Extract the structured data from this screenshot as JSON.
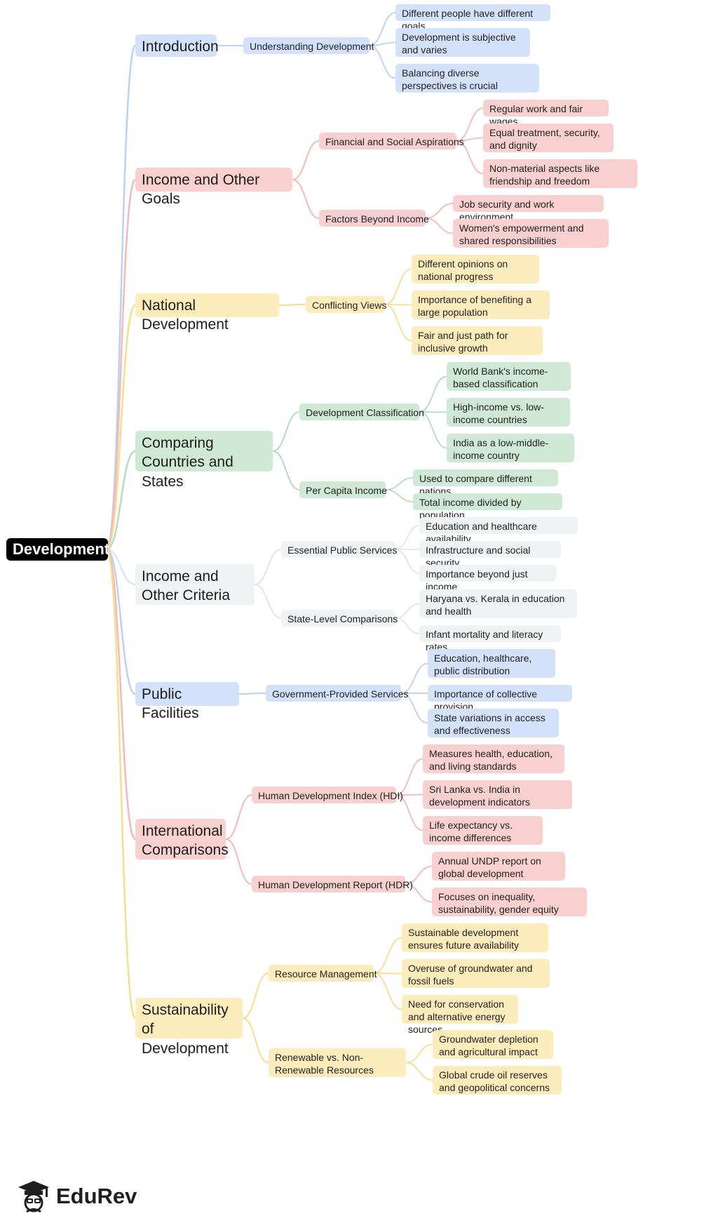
{
  "root": "Development",
  "colors": {
    "blue": {
      "fill": "#d4e1fa",
      "line": "#bcd0f4"
    },
    "red": {
      "fill": "#f8d0d0",
      "line": "#f3b9b6"
    },
    "yellow": {
      "fill": "#fdecbb",
      "line": "#f8dc8e"
    },
    "green": {
      "fill": "#cfe9d6",
      "line": "#b4dcbf"
    },
    "grey": {
      "fill": "#f1f2f3",
      "line": "#e2e4e6"
    }
  },
  "branches": [
    {
      "title": "Introduction",
      "color": "blue",
      "children": [
        {
          "title": "Understanding Development",
          "leaves": [
            "Different people have different goals",
            "Development is subjective and varies",
            "Balancing diverse perspectives is crucial"
          ]
        }
      ]
    },
    {
      "title": "Income and Other Goals",
      "color": "red",
      "children": [
        {
          "title": "Financial and Social Aspirations",
          "leaves": [
            "Regular work and fair wages",
            "Equal treatment, security, and dignity",
            "Non-material aspects like friendship and freedom"
          ]
        },
        {
          "title": "Factors Beyond Income",
          "leaves": [
            "Job security and work environment",
            "Women's empowerment and shared responsibilities"
          ]
        }
      ]
    },
    {
      "title": "National Development",
      "color": "yellow",
      "children": [
        {
          "title": "Conflicting Views",
          "leaves": [
            "Different opinions on national progress",
            "Importance of benefiting a large population",
            "Fair and just path for inclusive growth"
          ]
        }
      ]
    },
    {
      "title": "Comparing Countries and States",
      "color": "green",
      "children": [
        {
          "title": "Development Classification",
          "leaves": [
            "World Bank's income-based classification",
            "High-income vs. low-income countries",
            "India as a low-middle-income country"
          ]
        },
        {
          "title": "Per Capita Income",
          "leaves": [
            "Used to compare different nations",
            "Total income divided by population"
          ]
        }
      ]
    },
    {
      "title": "Income and Other Criteria",
      "color": "grey",
      "children": [
        {
          "title": "Essential Public Services",
          "leaves": [
            "Education and healthcare availability",
            "Infrastructure and social security",
            "Importance beyond just income"
          ]
        },
        {
          "title": "State-Level Comparisons",
          "leaves": [
            "Haryana vs. Kerala in education and health",
            "Infant mortality and literacy rates"
          ]
        }
      ]
    },
    {
      "title": "Public Facilities",
      "color": "blue",
      "children": [
        {
          "title": "Government-Provided Services",
          "leaves": [
            "Education, healthcare, public distribution",
            "Importance of collective provision",
            "State variations in access and effectiveness"
          ]
        }
      ]
    },
    {
      "title": "International Comparisons",
      "color": "red",
      "children": [
        {
          "title": "Human Development Index (HDI)",
          "leaves": [
            "Measures health, education, and living standards",
            "Sri Lanka vs. India in development indicators",
            "Life expectancy vs. income differences"
          ]
        },
        {
          "title": "Human Development Report (HDR)",
          "leaves": [
            "Annual UNDP report on global development",
            "Focuses on inequality, sustainability, gender equity"
          ]
        }
      ]
    },
    {
      "title": "Sustainability of Development",
      "color": "yellow",
      "children": [
        {
          "title": "Resource Management",
          "leaves": [
            "Sustainable development ensures future availability",
            "Overuse of groundwater and fossil fuels",
            "Need for conservation and alternative energy sources"
          ]
        },
        {
          "title": "Renewable vs. Non-Renewable Resources",
          "leaves": [
            "Groundwater depletion and agricultural impact",
            "Global crude oil reserves and geopolitical concerns"
          ]
        }
      ]
    }
  ],
  "logo": {
    "text": "EduRev",
    "icon": "graduation-cap-icon"
  }
}
